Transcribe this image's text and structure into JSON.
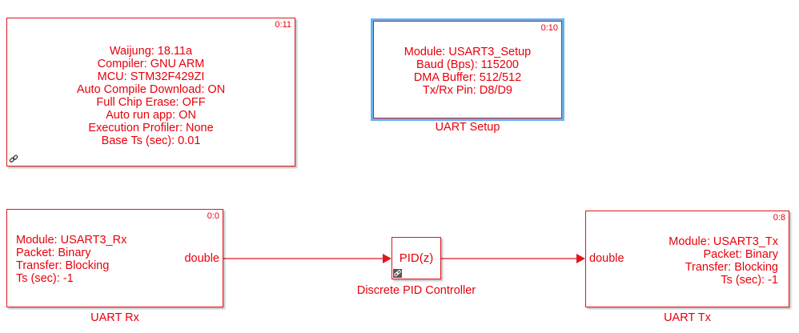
{
  "diagram": {
    "colors": {
      "block": "#e0171f",
      "text": "#e8000b",
      "selection": "#63b3f0"
    },
    "blocks": {
      "config": {
        "priority": "0:11",
        "lines": [
          "Waijung: 18.11a",
          "Compiler: GNU ARM",
          "MCU: STM32F429ZI",
          "Auto Compile Download: ON",
          "Full Chip Erase: OFF",
          "Auto run app: ON",
          "Execution Profiler: None",
          "Base Ts (sec): 0.01"
        ],
        "icon": "link-icon"
      },
      "uart_setup": {
        "priority": "0:10",
        "lines": [
          "Module: USART3_Setup",
          "Baud (Bps): 115200",
          "DMA Buffer: 512/512",
          "Tx/Rx Pin: D8/D9"
        ],
        "name": "UART Setup",
        "selected": true
      },
      "uart_rx": {
        "priority": "0:0",
        "lines": [
          "Module: USART3_Rx",
          "Packet: Binary",
          "Transfer: Blocking",
          "Ts (sec): -1"
        ],
        "output_port": "double",
        "name": "UART Rx"
      },
      "pid": {
        "text": "PID(z)",
        "name": "Discrete PID Controller",
        "icon": "library-link-icon"
      },
      "uart_tx": {
        "priority": "0:8",
        "lines": [
          "Module: USART3_Tx",
          "Packet: Binary",
          "Transfer: Blocking",
          "Ts (sec): -1"
        ],
        "input_port": "double",
        "name": "UART Tx"
      }
    }
  }
}
